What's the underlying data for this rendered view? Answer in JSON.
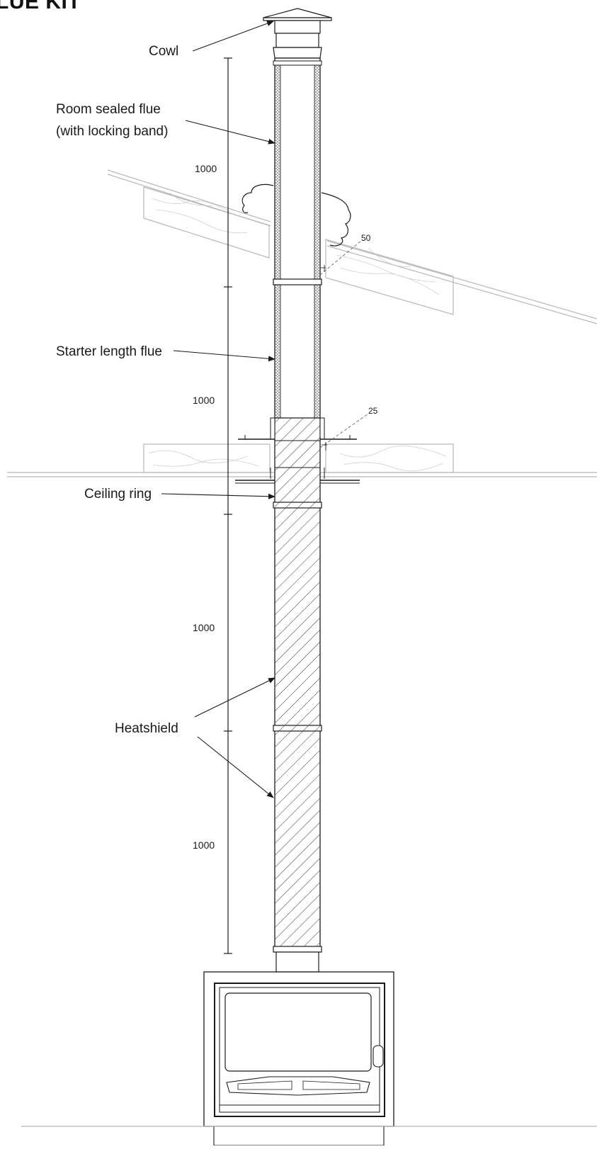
{
  "title": "LUE KIT",
  "labels": {
    "cowl": "Cowl",
    "room_sealed_line1": "Room sealed flue",
    "room_sealed_line2": "(with locking band)",
    "starter": "Starter length flue",
    "ceiling_ring": "Ceiling ring",
    "heatshield": "Heatshield"
  },
  "dimensions": {
    "segment_1": "1000",
    "segment_2": "1000",
    "segment_3": "1000",
    "segment_4": "1000",
    "roof_clearance": "50",
    "ceiling_clearance": "25"
  },
  "colors": {
    "line": "#1a1a1a",
    "timber": "#b8b8b8",
    "hatch": "#333333"
  }
}
